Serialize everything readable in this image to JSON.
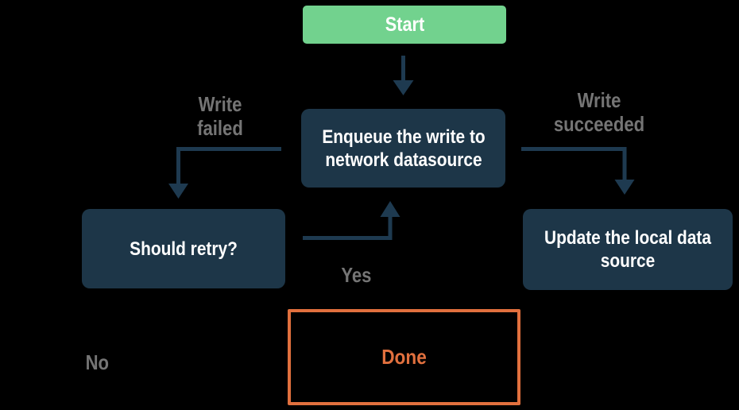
{
  "diagram": {
    "nodes": {
      "start": {
        "label": "Start"
      },
      "enqueue": {
        "label": "Enqueue the write to network datasource"
      },
      "should_retry": {
        "label": "Should retry?"
      },
      "update_local": {
        "label": "Update the local data source"
      },
      "done": {
        "label": "Done"
      }
    },
    "edge_labels": {
      "write_failed": "Write failed",
      "write_succeeded": "Write succeeded",
      "yes": "Yes",
      "no": "No"
    },
    "colors": {
      "background": "#000000",
      "node_fill": "#1d3648",
      "node_text": "#ffffff",
      "arrow": "#1e3a50",
      "start_fill": "#72d28e",
      "done_accent": "#e1703e",
      "edge_label_text": "#757575"
    }
  }
}
